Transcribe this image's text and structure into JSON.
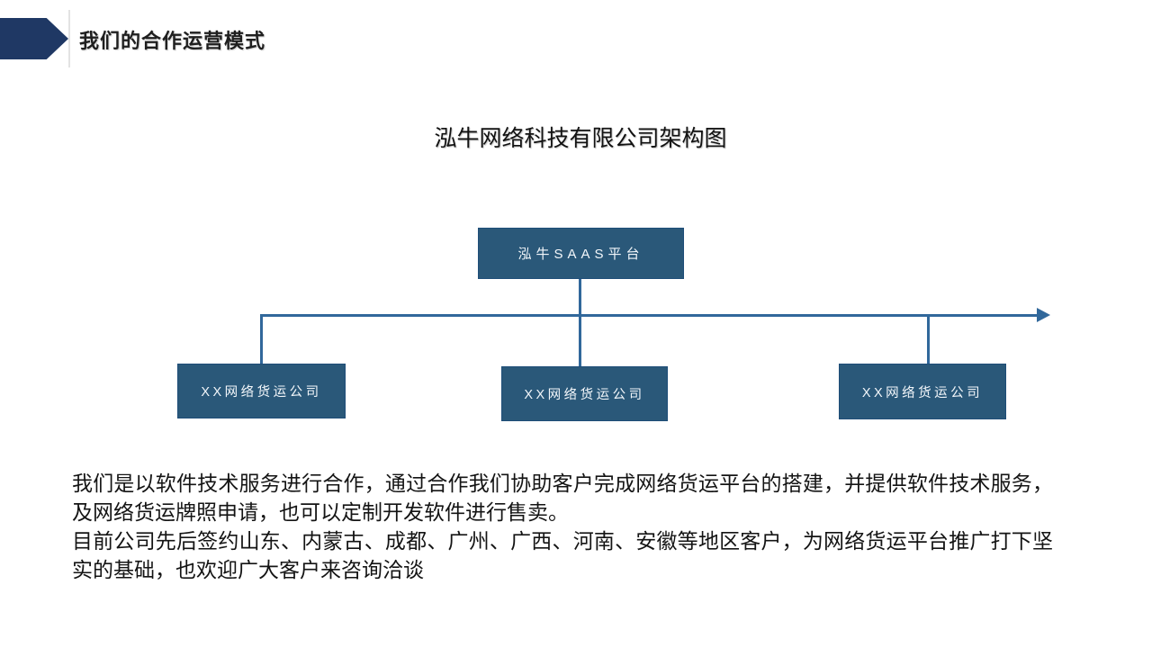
{
  "slide": {
    "header": {
      "title": "我们的合作运营模式"
    },
    "diagram": {
      "title": "泓牛网络科技有限公司架构图",
      "root": {
        "label": "泓牛SAAS平台"
      },
      "children": [
        {
          "label": "XX网络货运公司"
        },
        {
          "label": "XX网络货运公司"
        },
        {
          "label": "XX网络货运公司"
        }
      ]
    },
    "body": {
      "paragraph1": "我们是以软件技术服务进行合作，通过合作我们协助客户完成网络货运平台的搭建，并提供软件技术服务，及网络货运牌照申请，也可以定制开发软件进行售卖。",
      "paragraph2": "目前公司先后签约山东、内蒙古、成都、广州、广西、河南、安徽等地区客户，为网络货运平台推广打下坚实的基础，也欢迎广大客户来咨询洽谈"
    },
    "colors": {
      "accent_navy": "#1F3864",
      "box_fill": "#2A5879",
      "box_border": "#1F4E79",
      "connector_blue": "#31689B",
      "text_dark": "#141414"
    }
  }
}
